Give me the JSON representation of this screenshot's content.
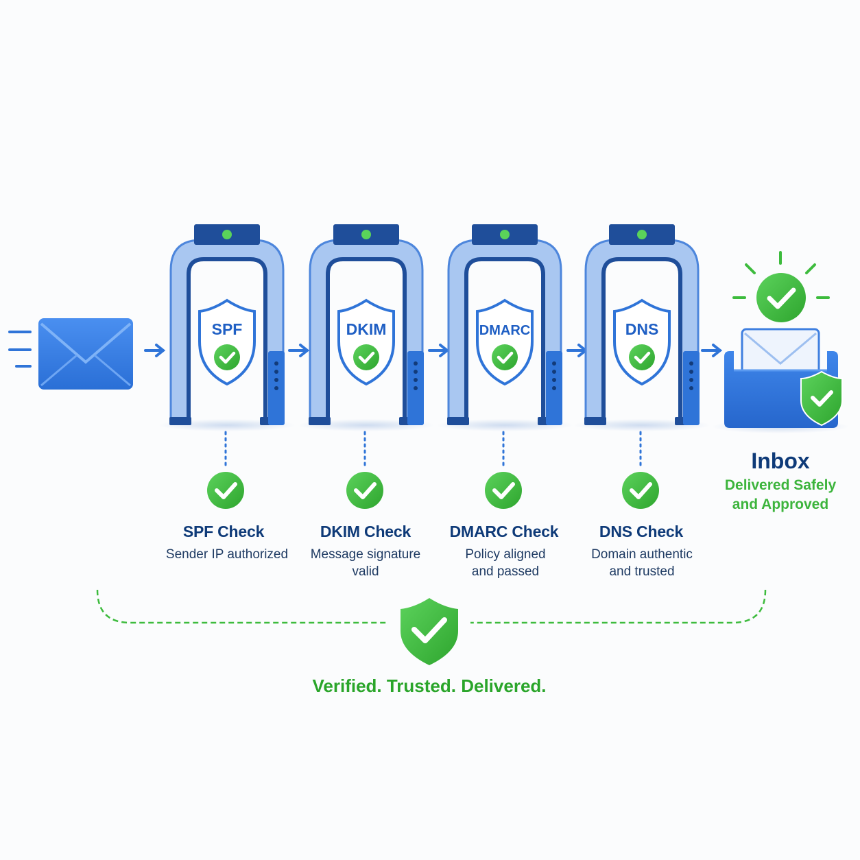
{
  "colors": {
    "blue_dark": "#1f4e9a",
    "blue_mid": "#2f74d8",
    "blue_light": "#9fc2ef",
    "green": "#3dbb3d",
    "green_dark": "#2a9d2a",
    "text_dark": "#0e3a78"
  },
  "gates": [
    {
      "badge": "SPF",
      "title": "SPF Check",
      "desc_line1": "Sender IP authorized",
      "desc_line2": ""
    },
    {
      "badge": "DKIM",
      "title": "DKIM Check",
      "desc_line1": "Message signature",
      "desc_line2": "valid"
    },
    {
      "badge": "DMARC",
      "title": "DMARC Check",
      "desc_line1": "Policy aligned",
      "desc_line2": "and passed"
    },
    {
      "badge": "DNS",
      "title": "DNS Check",
      "desc_line1": "Domain authentic",
      "desc_line2": "and trusted"
    }
  ],
  "inbox": {
    "title": "Inbox",
    "subtitle_line1": "Delivered Safely",
    "subtitle_line2": "and Approved"
  },
  "footer": {
    "text": "Verified. Trusted. Delivered."
  },
  "icons": {
    "sender": "envelope-icon",
    "gate": "security-gate-icon",
    "check": "checkmark-circle-icon",
    "inbox": "inbox-tray-icon",
    "footer": "shield-check-icon"
  }
}
